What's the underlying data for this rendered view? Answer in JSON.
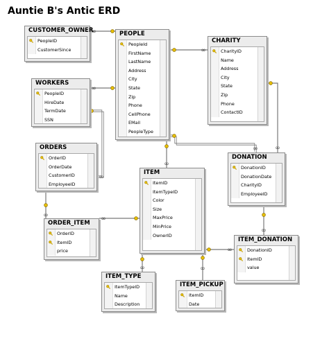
{
  "title": "Auntie B's Antic ERD",
  "icons": {
    "primary_key": "key-icon",
    "one_end": "key-endpoint-icon",
    "many_end": "infinity-icon"
  },
  "colors": {
    "key": "#e8c000",
    "header_bg": "#ececec",
    "border": "#8a8a8a",
    "line": "#777777"
  },
  "tables": [
    {
      "id": "customer_owner",
      "name": "CUSTOMER_OWNER",
      "columns": [
        {
          "name": "PeopleID",
          "pk": true
        },
        {
          "name": "CustomerSince",
          "pk": false
        }
      ]
    },
    {
      "id": "people",
      "name": "PEOPLE",
      "columns": [
        {
          "name": "PeopleId",
          "pk": true
        },
        {
          "name": "FirstName",
          "pk": false
        },
        {
          "name": "LastName",
          "pk": false
        },
        {
          "name": "Address",
          "pk": false
        },
        {
          "name": "City",
          "pk": false
        },
        {
          "name": "State",
          "pk": false
        },
        {
          "name": "Zip",
          "pk": false
        },
        {
          "name": "Phone",
          "pk": false
        },
        {
          "name": "CellPhone",
          "pk": false
        },
        {
          "name": "EMail",
          "pk": false
        },
        {
          "name": "PeopleType",
          "pk": false
        }
      ]
    },
    {
      "id": "charity",
      "name": "CHARITY",
      "columns": [
        {
          "name": "CharityID",
          "pk": true
        },
        {
          "name": "Name",
          "pk": false
        },
        {
          "name": "Address",
          "pk": false
        },
        {
          "name": "City",
          "pk": false
        },
        {
          "name": "State",
          "pk": false
        },
        {
          "name": "Zip",
          "pk": false
        },
        {
          "name": "Phone",
          "pk": false
        },
        {
          "name": "ContactID",
          "pk": false
        }
      ]
    },
    {
      "id": "workers",
      "name": "WORKERS",
      "columns": [
        {
          "name": "PeopleID",
          "pk": true
        },
        {
          "name": "HireDate",
          "pk": false
        },
        {
          "name": "TermDate",
          "pk": false
        },
        {
          "name": "SSN",
          "pk": false
        }
      ]
    },
    {
      "id": "orders",
      "name": "ORDERS",
      "columns": [
        {
          "name": "OrderID",
          "pk": true
        },
        {
          "name": "OrderDate",
          "pk": false
        },
        {
          "name": "CustomerID",
          "pk": false
        },
        {
          "name": "EmployeeID",
          "pk": false
        }
      ]
    },
    {
      "id": "item",
      "name": "ITEM",
      "columns": [
        {
          "name": "ItemID",
          "pk": true
        },
        {
          "name": "ItemTypeID",
          "pk": false
        },
        {
          "name": "Color",
          "pk": false
        },
        {
          "name": "Size",
          "pk": false
        },
        {
          "name": "MaxPrice",
          "pk": false
        },
        {
          "name": "MinPrice",
          "pk": false
        },
        {
          "name": "OwnerID",
          "pk": false
        }
      ]
    },
    {
      "id": "donation",
      "name": "DONATION",
      "columns": [
        {
          "name": "DonationID",
          "pk": true
        },
        {
          "name": "DonationDate",
          "pk": false
        },
        {
          "name": "CharityID",
          "pk": false
        },
        {
          "name": "EmployeeID",
          "pk": false
        }
      ]
    },
    {
      "id": "order_item",
      "name": "ORDER_ITEM",
      "columns": [
        {
          "name": "OrderID",
          "pk": true
        },
        {
          "name": "ItemID",
          "pk": true
        },
        {
          "name": "price",
          "pk": false
        }
      ]
    },
    {
      "id": "item_donation",
      "name": "ITEM_DONATION",
      "columns": [
        {
          "name": "DonationID",
          "pk": true
        },
        {
          "name": "ItemID",
          "pk": true
        },
        {
          "name": "value",
          "pk": false
        }
      ]
    },
    {
      "id": "item_type",
      "name": "ITEM_TYPE",
      "columns": [
        {
          "name": "ItemTypeID",
          "pk": true
        },
        {
          "name": "Name",
          "pk": false
        },
        {
          "name": "Description",
          "pk": false
        }
      ]
    },
    {
      "id": "item_pickup",
      "name": "ITEM_PICKUP",
      "columns": [
        {
          "name": "ItemID",
          "pk": true
        },
        {
          "name": "Date",
          "pk": false
        }
      ]
    }
  ],
  "relationships": [
    {
      "from": "people",
      "to": "customer_owner"
    },
    {
      "from": "people",
      "to": "workers"
    },
    {
      "from": "people",
      "to": "charity"
    },
    {
      "from": "people",
      "to": "item"
    },
    {
      "from": "people",
      "to": "donation"
    },
    {
      "from": "workers",
      "to": "orders"
    },
    {
      "from": "orders",
      "to": "order_item"
    },
    {
      "from": "item",
      "to": "order_item"
    },
    {
      "from": "item",
      "to": "item_type"
    },
    {
      "from": "item",
      "to": "item_pickup"
    },
    {
      "from": "item",
      "to": "item_donation"
    },
    {
      "from": "charity",
      "to": "donation"
    },
    {
      "from": "donation",
      "to": "item_donation"
    }
  ]
}
